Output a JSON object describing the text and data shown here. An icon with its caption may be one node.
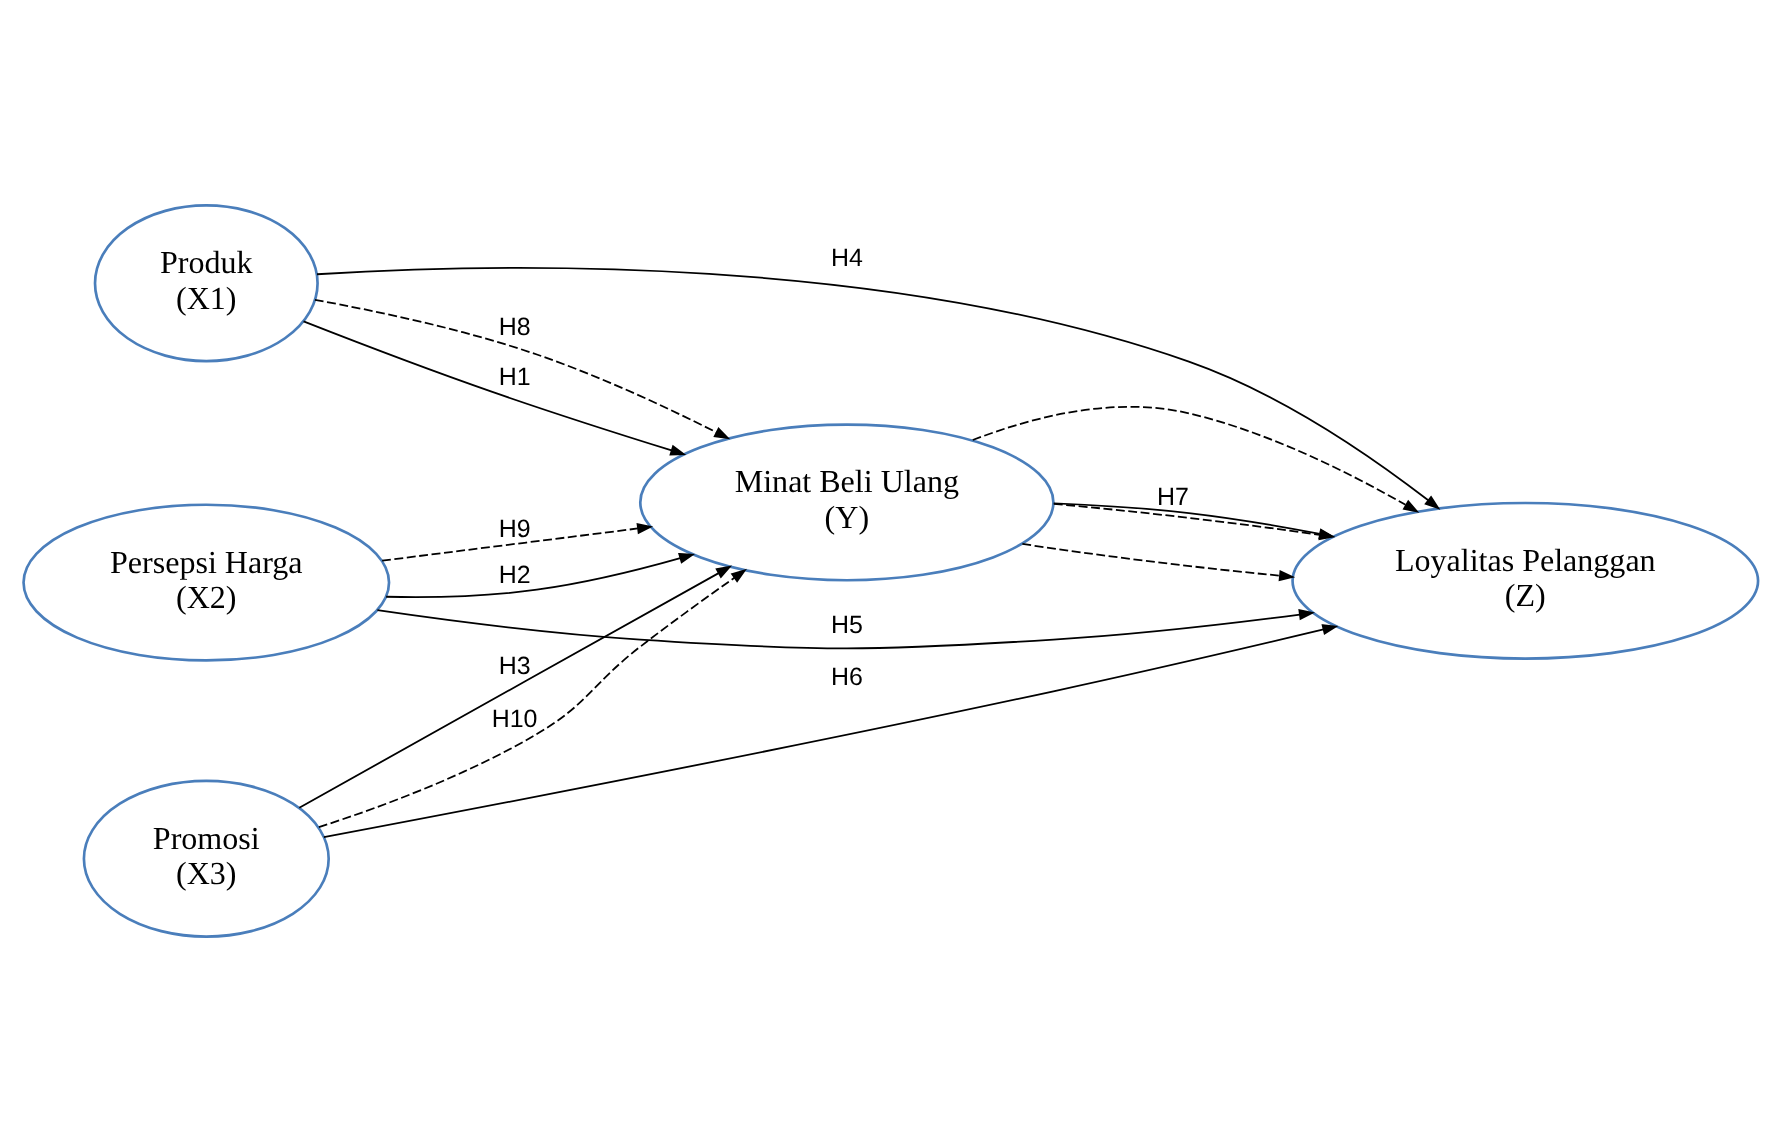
{
  "diagram": {
    "nodes": [
      {
        "text": [
          "Produk",
          "(X1)"
        ]
      },
      {
        "text": [
          "Persepsi Harga",
          "(X2)"
        ]
      },
      {
        "text": [
          "Promosi",
          "(X3)"
        ]
      },
      {
        "text": [
          "Minat Beli Ulang",
          "(Y)"
        ]
      },
      {
        "text": [
          "Loyalitas Pelanggan",
          "(Z)"
        ]
      }
    ],
    "edges": [
      {
        "from": 0,
        "to": 4,
        "arrow": "to",
        "label": "H4"
      },
      {
        "from": 0,
        "to": 3,
        "arrow": "to",
        "label": "H8",
        "style": "dashed"
      },
      {
        "from": 0,
        "to": 3,
        "arrow": "to",
        "label": "H1"
      },
      {
        "from": 1,
        "to": 3,
        "arrow": "to",
        "label": "H2"
      },
      {
        "from": 1,
        "to": 3,
        "arrow": "to",
        "label": "H9",
        "style": "dashed"
      },
      {
        "from": 2,
        "to": 3,
        "arrow": "to",
        "label": "H3"
      },
      {
        "from": 2,
        "to": 3,
        "arrow": "to",
        "label": "H10",
        "style": "dashed"
      },
      {
        "from": 2,
        "to": 4,
        "arrow": "to",
        "label": "H6"
      },
      {
        "from": 3,
        "to": 4,
        "arrow": "to",
        "style": "dashed"
      },
      {
        "from": 3,
        "to": 4,
        "arrow": "to",
        "label": "H7"
      },
      {
        "from": 3,
        "to": 4,
        "arrow": "to",
        "style": "dashed"
      },
      {
        "from": 3,
        "to": 4,
        "arrow": "to",
        "style": "dashed"
      },
      {
        "from": 1,
        "to": 4,
        "arrow": "to",
        "label": "H5"
      }
    ]
  }
}
